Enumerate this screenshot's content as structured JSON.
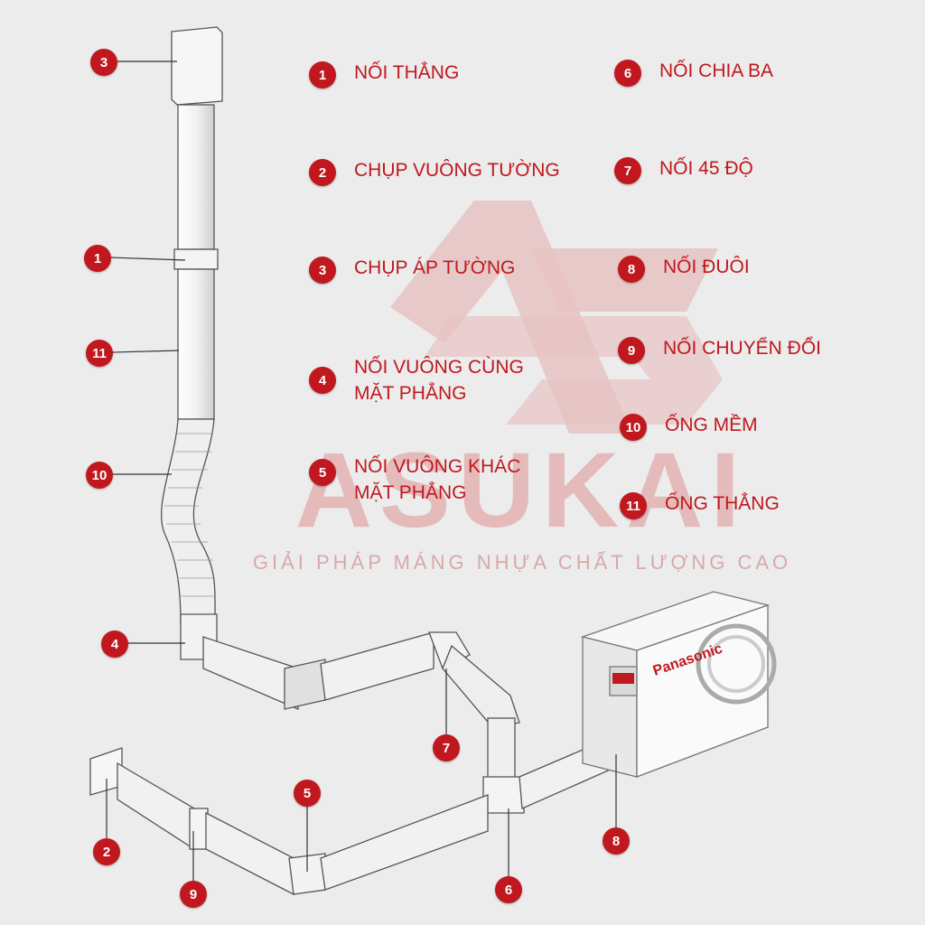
{
  "watermark": {
    "brand": "ASUKAI",
    "tagline": "GIẢI PHÁP MÁNG NHỰA CHẤT LƯỢNG CAO"
  },
  "unit_brand": "Panasonic",
  "legend": [
    {
      "num": "1",
      "lines": [
        "NỐI THẲNG"
      ]
    },
    {
      "num": "2",
      "lines": [
        "CHỤP VUÔNG TƯỜNG"
      ]
    },
    {
      "num": "3",
      "lines": [
        "CHỤP ÁP TƯỜNG"
      ]
    },
    {
      "num": "4",
      "lines": [
        "NỐI VUÔNG CÙNG",
        "MẶT PHẲNG"
      ]
    },
    {
      "num": "5",
      "lines": [
        "NỐI VUÔNG KHÁC",
        "MẶT PHẲNG"
      ]
    },
    {
      "num": "6",
      "lines": [
        "NỐI CHIA BA"
      ]
    },
    {
      "num": "7",
      "lines": [
        "NỐI 45 ĐỘ"
      ]
    },
    {
      "num": "8",
      "lines": [
        "NỐI ĐUÔI"
      ]
    },
    {
      "num": "9",
      "lines": [
        "NỐI CHUYỂN ĐỔI"
      ]
    },
    {
      "num": "10",
      "lines": [
        "ỐNG MỀM"
      ]
    },
    {
      "num": "11",
      "lines": [
        "ỐNG THẲNG"
      ]
    }
  ],
  "callouts": [
    "3",
    "1",
    "11",
    "10",
    "4",
    "7",
    "2",
    "9",
    "5",
    "6",
    "8"
  ],
  "colors": {
    "accent": "#c0181e",
    "watermark": "#e4b2b2",
    "background": "#ececec"
  }
}
